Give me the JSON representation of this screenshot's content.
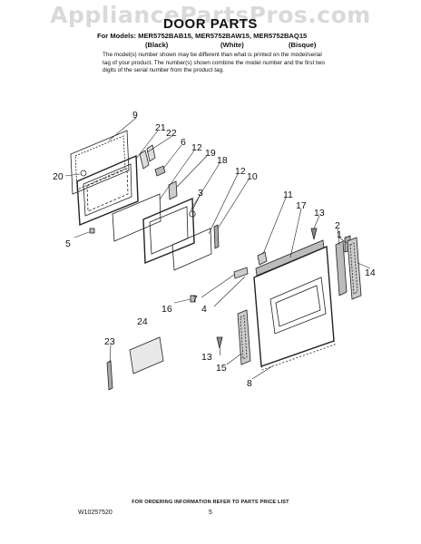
{
  "watermark": "AppliancePartsPros.com",
  "header": {
    "title": "DOOR PARTS",
    "models_line": "For Models: MER5752BAB15, MER5752BAW15, MER5752BAQ15",
    "colors": [
      "(Black)",
      "(White)",
      "(Bisque)"
    ],
    "note": "The model(s) number shown may be different than what is printed on the model/serial tag of your product. The number(s) shown combine the model number and the first two digits of the serial number from the product tag."
  },
  "callouts": [
    "9",
    "21",
    "22",
    "6",
    "12",
    "19",
    "18",
    "12",
    "10",
    "20",
    "3",
    "5",
    "11",
    "17",
    "13",
    "2",
    "1",
    "14",
    "7",
    "16",
    "4",
    "24",
    "13",
    "15",
    "23",
    "8"
  ],
  "footer": {
    "ordering_info": "FOR ORDERING INFORMATION REFER TO PARTS PRICE LIST",
    "doc_number": "W10257520",
    "page_number": "5"
  }
}
